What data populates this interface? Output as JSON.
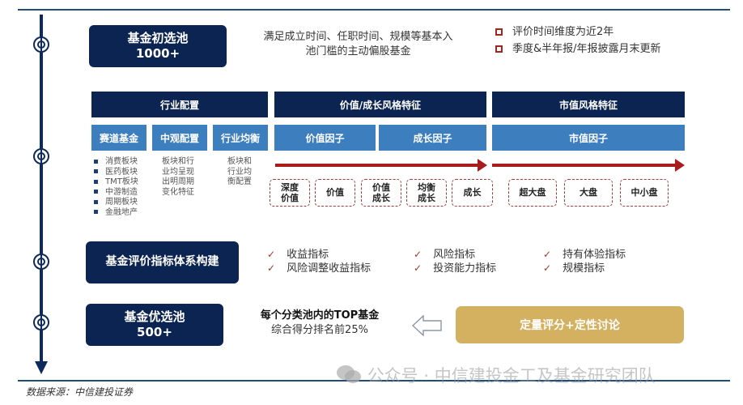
{
  "timeline": {
    "markers": [
      "stage-1",
      "stage-2",
      "stage-3",
      "stage-4"
    ]
  },
  "stage1": {
    "title": "基金初选池",
    "count": "1000+",
    "desc_line1": "满足成立时间、任职时间、规模等基本入",
    "desc_line2": "池门槛的主动偏股基金",
    "notes": [
      "评价时间维度为近2年",
      "季度&半年报/年报披露月末更新"
    ]
  },
  "classification": {
    "industry": {
      "header": "行业配置",
      "subs": [
        "赛道基金",
        "中观配置",
        "行业均衡"
      ],
      "track_list": [
        "消费板块",
        "医药板块",
        "TMT板块",
        "中游制造",
        "周期板块",
        "金融地产"
      ],
      "meso_desc": [
        "板块和行",
        "业均呈现",
        "出明周期",
        "变化特征"
      ],
      "balance_desc": [
        "板块和",
        "行业均",
        "衡配置"
      ]
    },
    "style": {
      "header": "价值/成长风格特征",
      "subs": [
        "价值因子",
        "成长因子"
      ],
      "boxes": [
        [
          "深度",
          "价值"
        ],
        [
          "价值"
        ],
        [
          "价值",
          "成长"
        ],
        [
          "均衡",
          "成长"
        ],
        [
          "成长"
        ]
      ]
    },
    "cap": {
      "header": "市值风格特征",
      "subs": [
        "市值因子"
      ],
      "boxes": [
        "超大盘",
        "大盘",
        "中小盘"
      ]
    }
  },
  "stage3": {
    "title": "基金评价指标体系构建",
    "indicators": [
      [
        "收益指标",
        "风险调整收益指标"
      ],
      [
        "风险指标",
        "投资能力指标"
      ],
      [
        "持有体验指标",
        "规模指标"
      ]
    ],
    "check_icon": "✓"
  },
  "stage4": {
    "title": "基金优选池",
    "count": "500+",
    "desc_bold": "每个分类池内的TOP基金",
    "desc": "综合得分排名前25%",
    "method": "定量评分+定性讨论"
  },
  "footer": {
    "source": "数据来源：中信建投证券",
    "watermark": "公众号 · 中信建投金工及基金研究团队"
  },
  "colors": {
    "navy": "#0c2452",
    "blue": "#3d7ebf",
    "red": "#a81c1c",
    "gold": "#d4b061"
  }
}
